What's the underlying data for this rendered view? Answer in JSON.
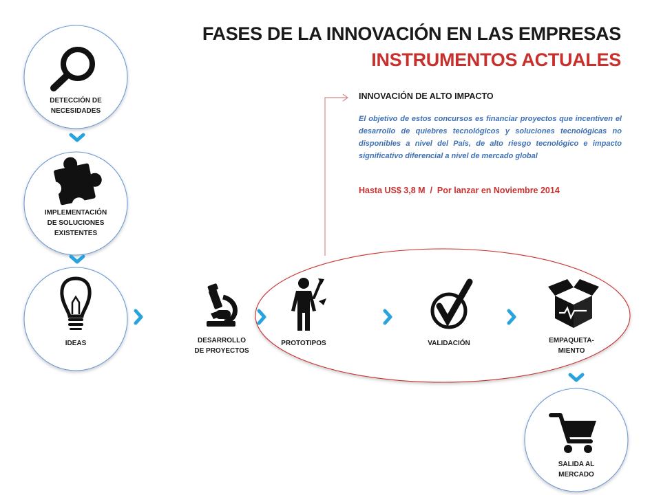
{
  "title": {
    "line1": "FASES DE LA INNOVACIÓN EN LAS EMPRESAS",
    "line2": "INSTRUMENTOS ACTUALES"
  },
  "info": {
    "heading": "INNOVACIÓN DE ALTO IMPACTO",
    "description": "El objetivo de estos concursos es financiar proyectos que incentiven el desarrollo de quiebres tecnológicos y soluciones tecnológicas no disponibles a nivel del País, de alto riesgo tecnológico e impacto significativo diferencial a nivel de mercado global",
    "highlight": "Hasta US$ 3,8 M  /  Por lanzar en Noviembre 2014"
  },
  "phases": [
    {
      "label": "DETECCIÓN DE\nNECESIDADES",
      "icon": "magnifier-icon"
    },
    {
      "label": "IMPLEMENTACIÓN\nDE SOLUCIONES\nEXISTENTES",
      "icon": "puzzle-icon"
    },
    {
      "label": "IDEAS",
      "icon": "lightbulb-icon"
    },
    {
      "label": "DESARROLLO\nDE PROYECTOS",
      "icon": "microscope-icon"
    },
    {
      "label": "PROTOTIPOS",
      "icon": "worker-with-wrench-icon"
    },
    {
      "label": "VALIDACIÓN",
      "icon": "checkmark-icon"
    },
    {
      "label": "EMPAQUETA-\nMIENTO",
      "icon": "open-box-icon"
    },
    {
      "label": "SALIDA AL\nMERCADO",
      "icon": "shopping-cart-icon"
    }
  ],
  "colors": {
    "circle_border": "#6b98d6",
    "chevron": "#29a3dd",
    "highlight_ellipse": "#c8302e",
    "title_accent": "#c8302e",
    "description_text": "#3e6fb3"
  }
}
